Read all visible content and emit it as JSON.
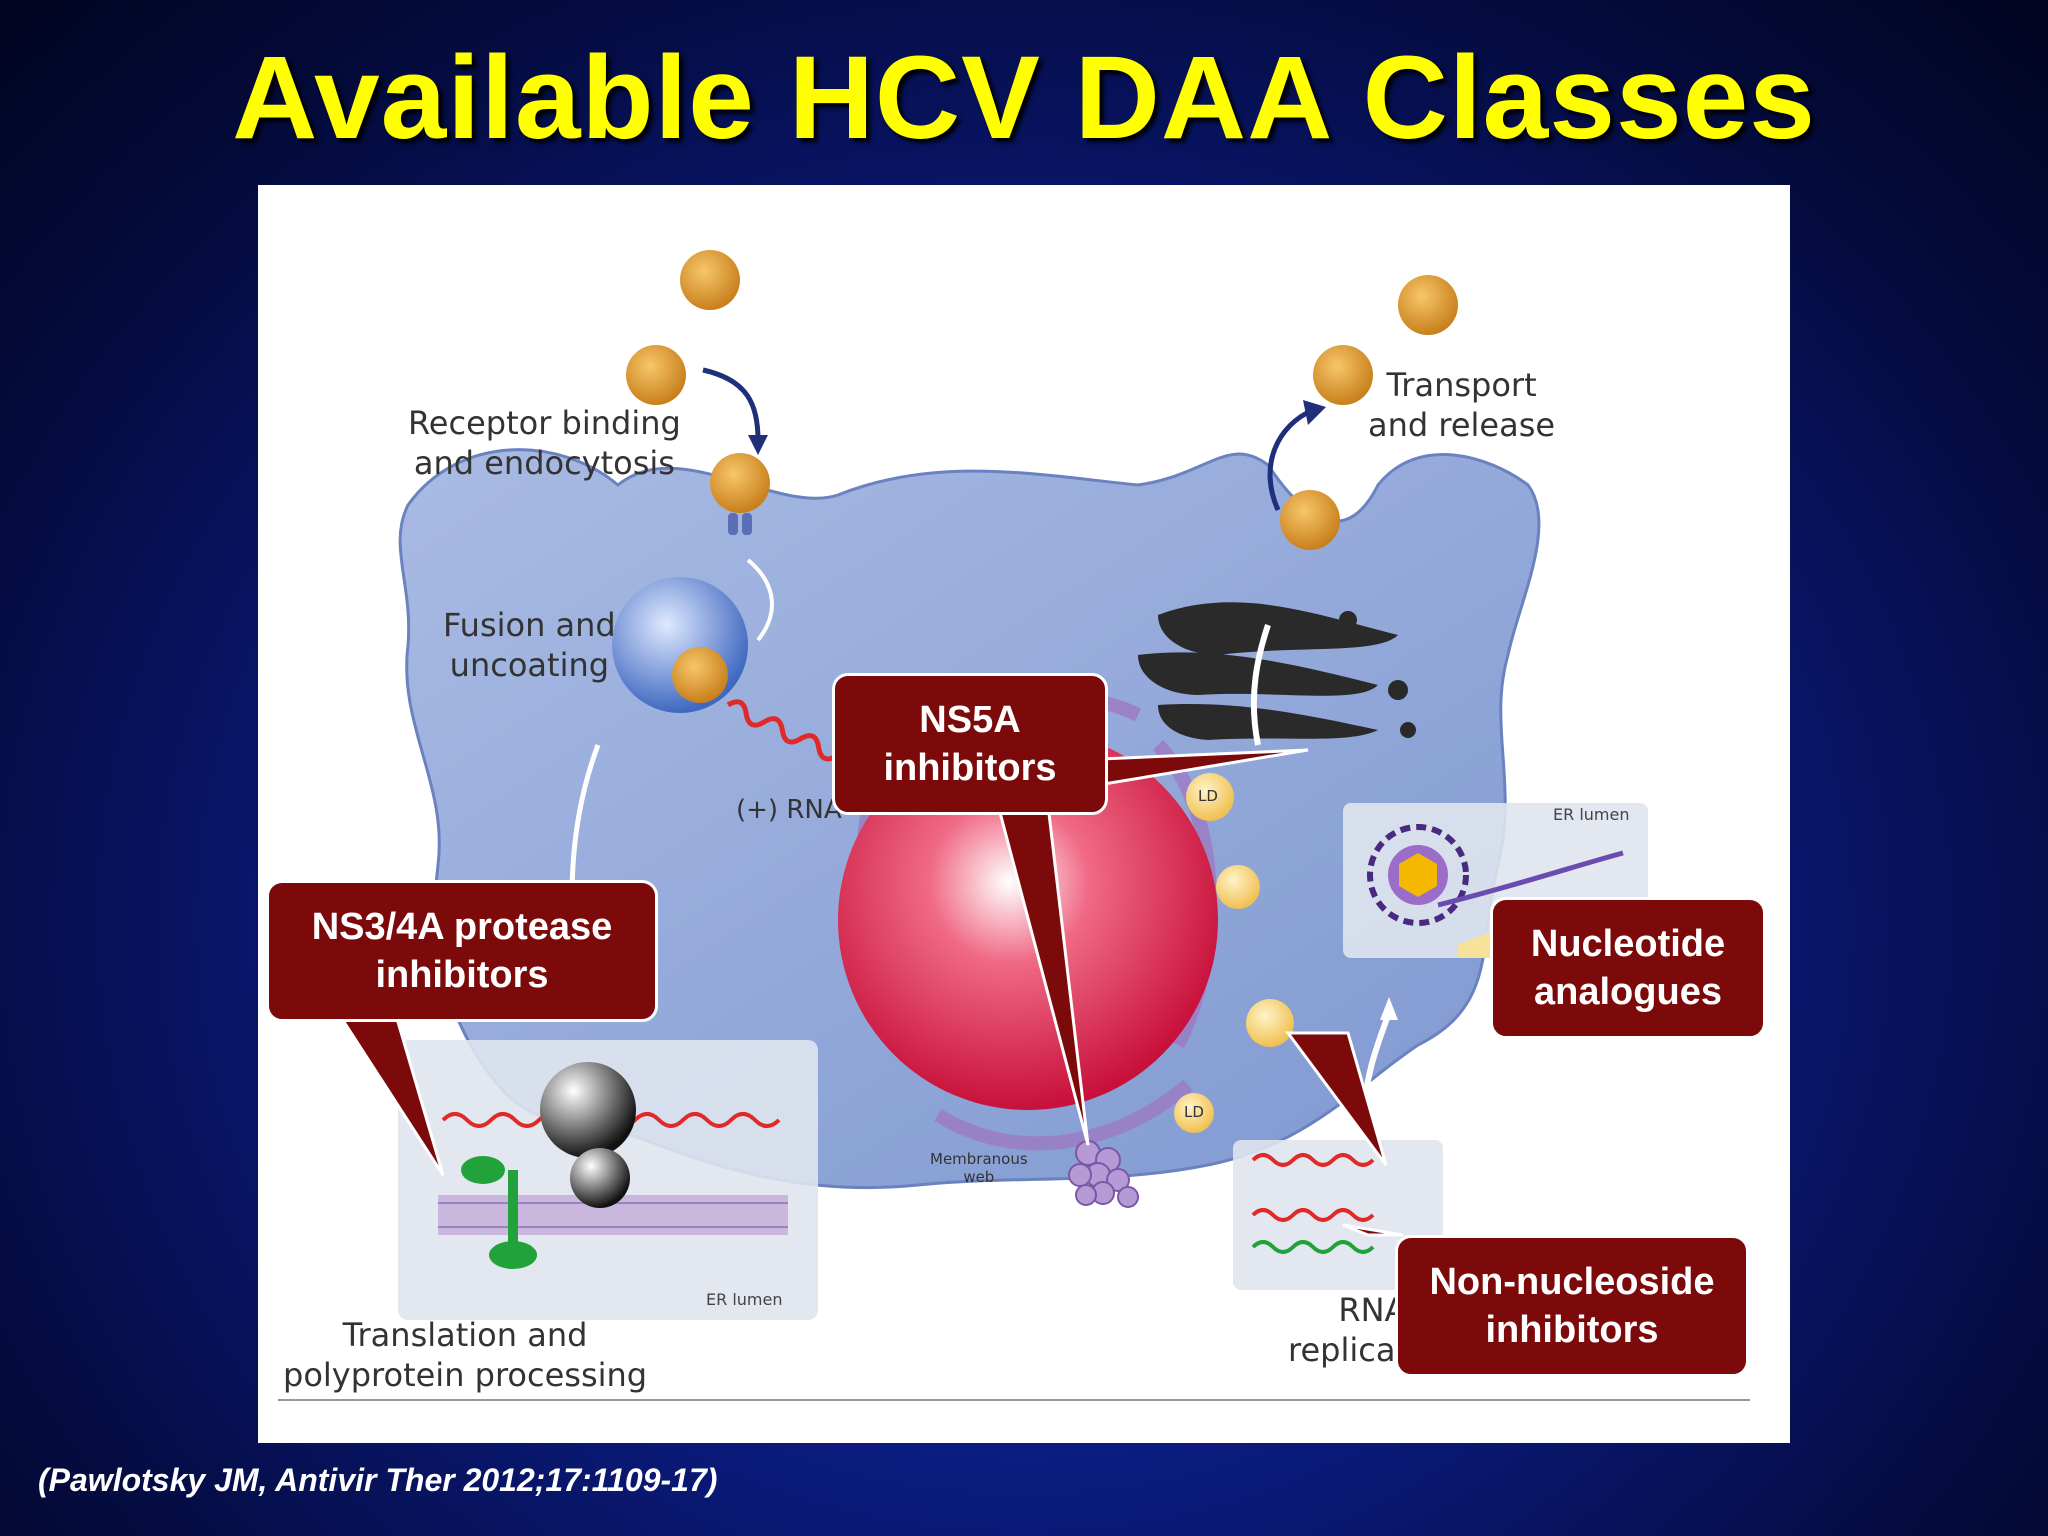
{
  "title": "Available HCV DAA Classes",
  "citation": "(Pawlotsky JM, Antivir Ther 2012;17:1109-17)",
  "diagram": {
    "steps": {
      "receptor": "Receptor binding\nand endocytosis",
      "fusion": "Fusion and\nuncoating",
      "rna": "(+) RNA",
      "transport": "Transport\nand release",
      "translation": "Translation and\npolyprotein processing",
      "replication": "RNA\nreplication"
    },
    "small_labels": {
      "er_lumen_left": "ER lumen",
      "er_lumen_right": "ER lumen",
      "membranous_web": "Membranous\nweb",
      "ld_1": "LD",
      "ld_2": "LD"
    }
  },
  "callouts": {
    "ns5a": "NS5A\ninhibitors",
    "ns34a": "NS3/4A protease\ninhibitors",
    "nucleotide": "Nucleotide\nanalogues",
    "non_nucleoside": "Non-nucleoside\ninhibitors"
  },
  "colors": {
    "title": "#ffff00",
    "callout_bg": "#7d0a0a",
    "cell": "#8fa6d8",
    "virion": "#e0a030",
    "nucleus": "#e83a5a"
  }
}
